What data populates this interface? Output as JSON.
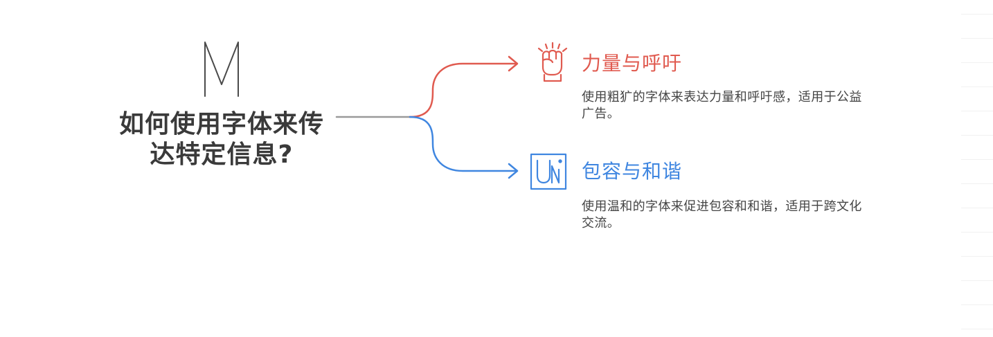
{
  "question": {
    "line1": "如何使用字体来传",
    "line2": "达特定信息?",
    "icon": "m-letter-icon"
  },
  "colors": {
    "connector": "#9a9a9a",
    "power": "#e05a4f",
    "harmony": "#3f86e0",
    "title_text": "#3a3a3a",
    "desc_text": "#444444"
  },
  "branches": [
    {
      "icon": "fist-icon",
      "title": "力量与呼吁",
      "description": "使用粗犷的字体来表达力量和呼吁感，适用于公益广告。"
    },
    {
      "icon": "unicode-box-icon",
      "title": "包容与和谐",
      "description": "使用温和的字体来促进包容和和谐，适用于跨文化交流。"
    }
  ]
}
